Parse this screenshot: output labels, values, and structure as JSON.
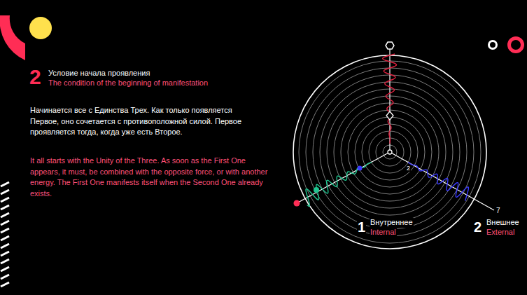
{
  "diagram": {
    "labels": [
      "2",
      "Условие начала проявления",
      "The condition of the beginning of manifestation",
      "Начинается все с Единства Трех. Как только появляется Первое, оно сочетается с противоположной силой. Первое проявляется тогда, когда уже есть Второе.",
      "It all starts with the Unity of the Three. As soon as the First One appears, it must, be combined with the opposite force, or with another energy. The First One manifests itself when the Second One already exists.",
      "1",
      "Внутреннее",
      "Internal",
      "2",
      "Внешнее",
      "External",
      "7",
      "2"
    ]
  }
}
